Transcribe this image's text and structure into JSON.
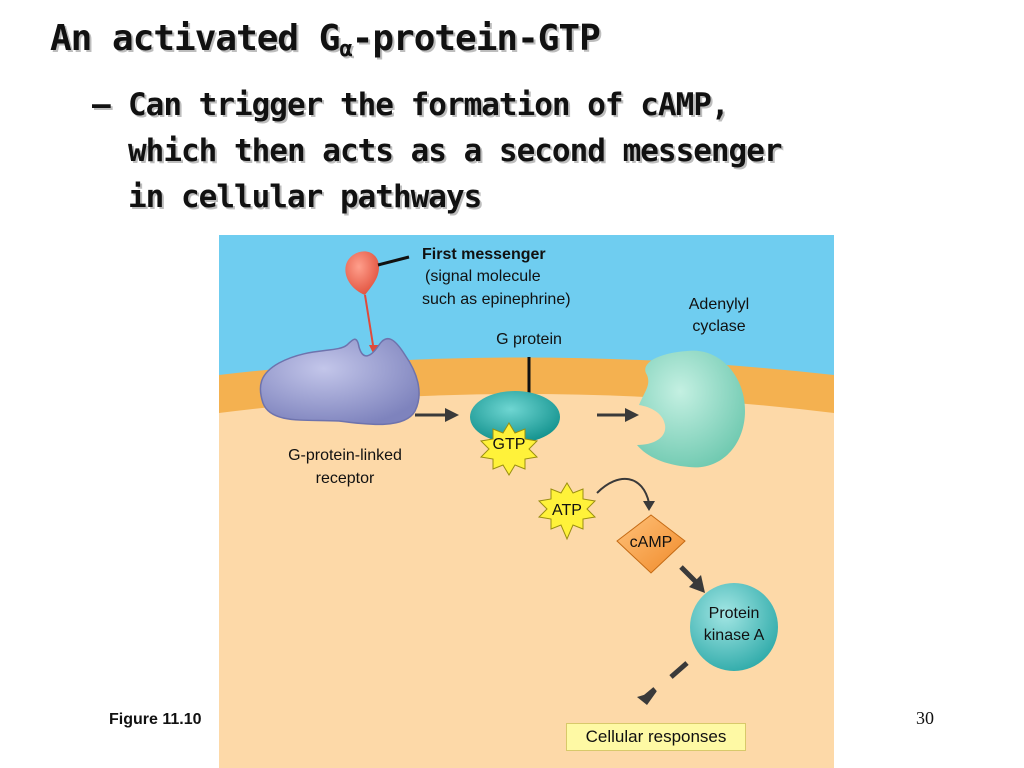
{
  "slide": {
    "title_main": "An activated G",
    "title_sub": "α",
    "title_rest": "-protein-GTP",
    "bullet_dash": "–",
    "bullet_lines": [
      "Can trigger the formation of cAMP,",
      "which then acts as a second messenger",
      "in cellular pathways"
    ],
    "figure_label": "Figure 11.10",
    "page_number": "30"
  },
  "diagram": {
    "first_messenger_title": "First messenger",
    "first_messenger_desc1": "(signal molecule",
    "first_messenger_desc2": "such as epinephrine)",
    "adenylyl_line1": "Adenylyl",
    "adenylyl_line2": "cyclase",
    "g_protein": "G protein",
    "receptor_line1": "G-protein-linked",
    "receptor_line2": "receptor",
    "gtp": "GTP",
    "atp": "ATP",
    "camp": "cAMP",
    "pka_line1": "Protein",
    "pka_line2": "kinase A",
    "cellular_responses": "Cellular responses",
    "colors": {
      "extracellular": "#6fcdf0",
      "membrane": "#f4b150",
      "cytoplasm": "#fdd9a8",
      "receptor": "#9a9ed0",
      "g_protein": "#2bb3b0",
      "adenylyl_cyclase": "#8fdcc6",
      "pka": "#4cc2c2",
      "camp": "#f5a14a",
      "starburst": "#fff23a"
    }
  }
}
